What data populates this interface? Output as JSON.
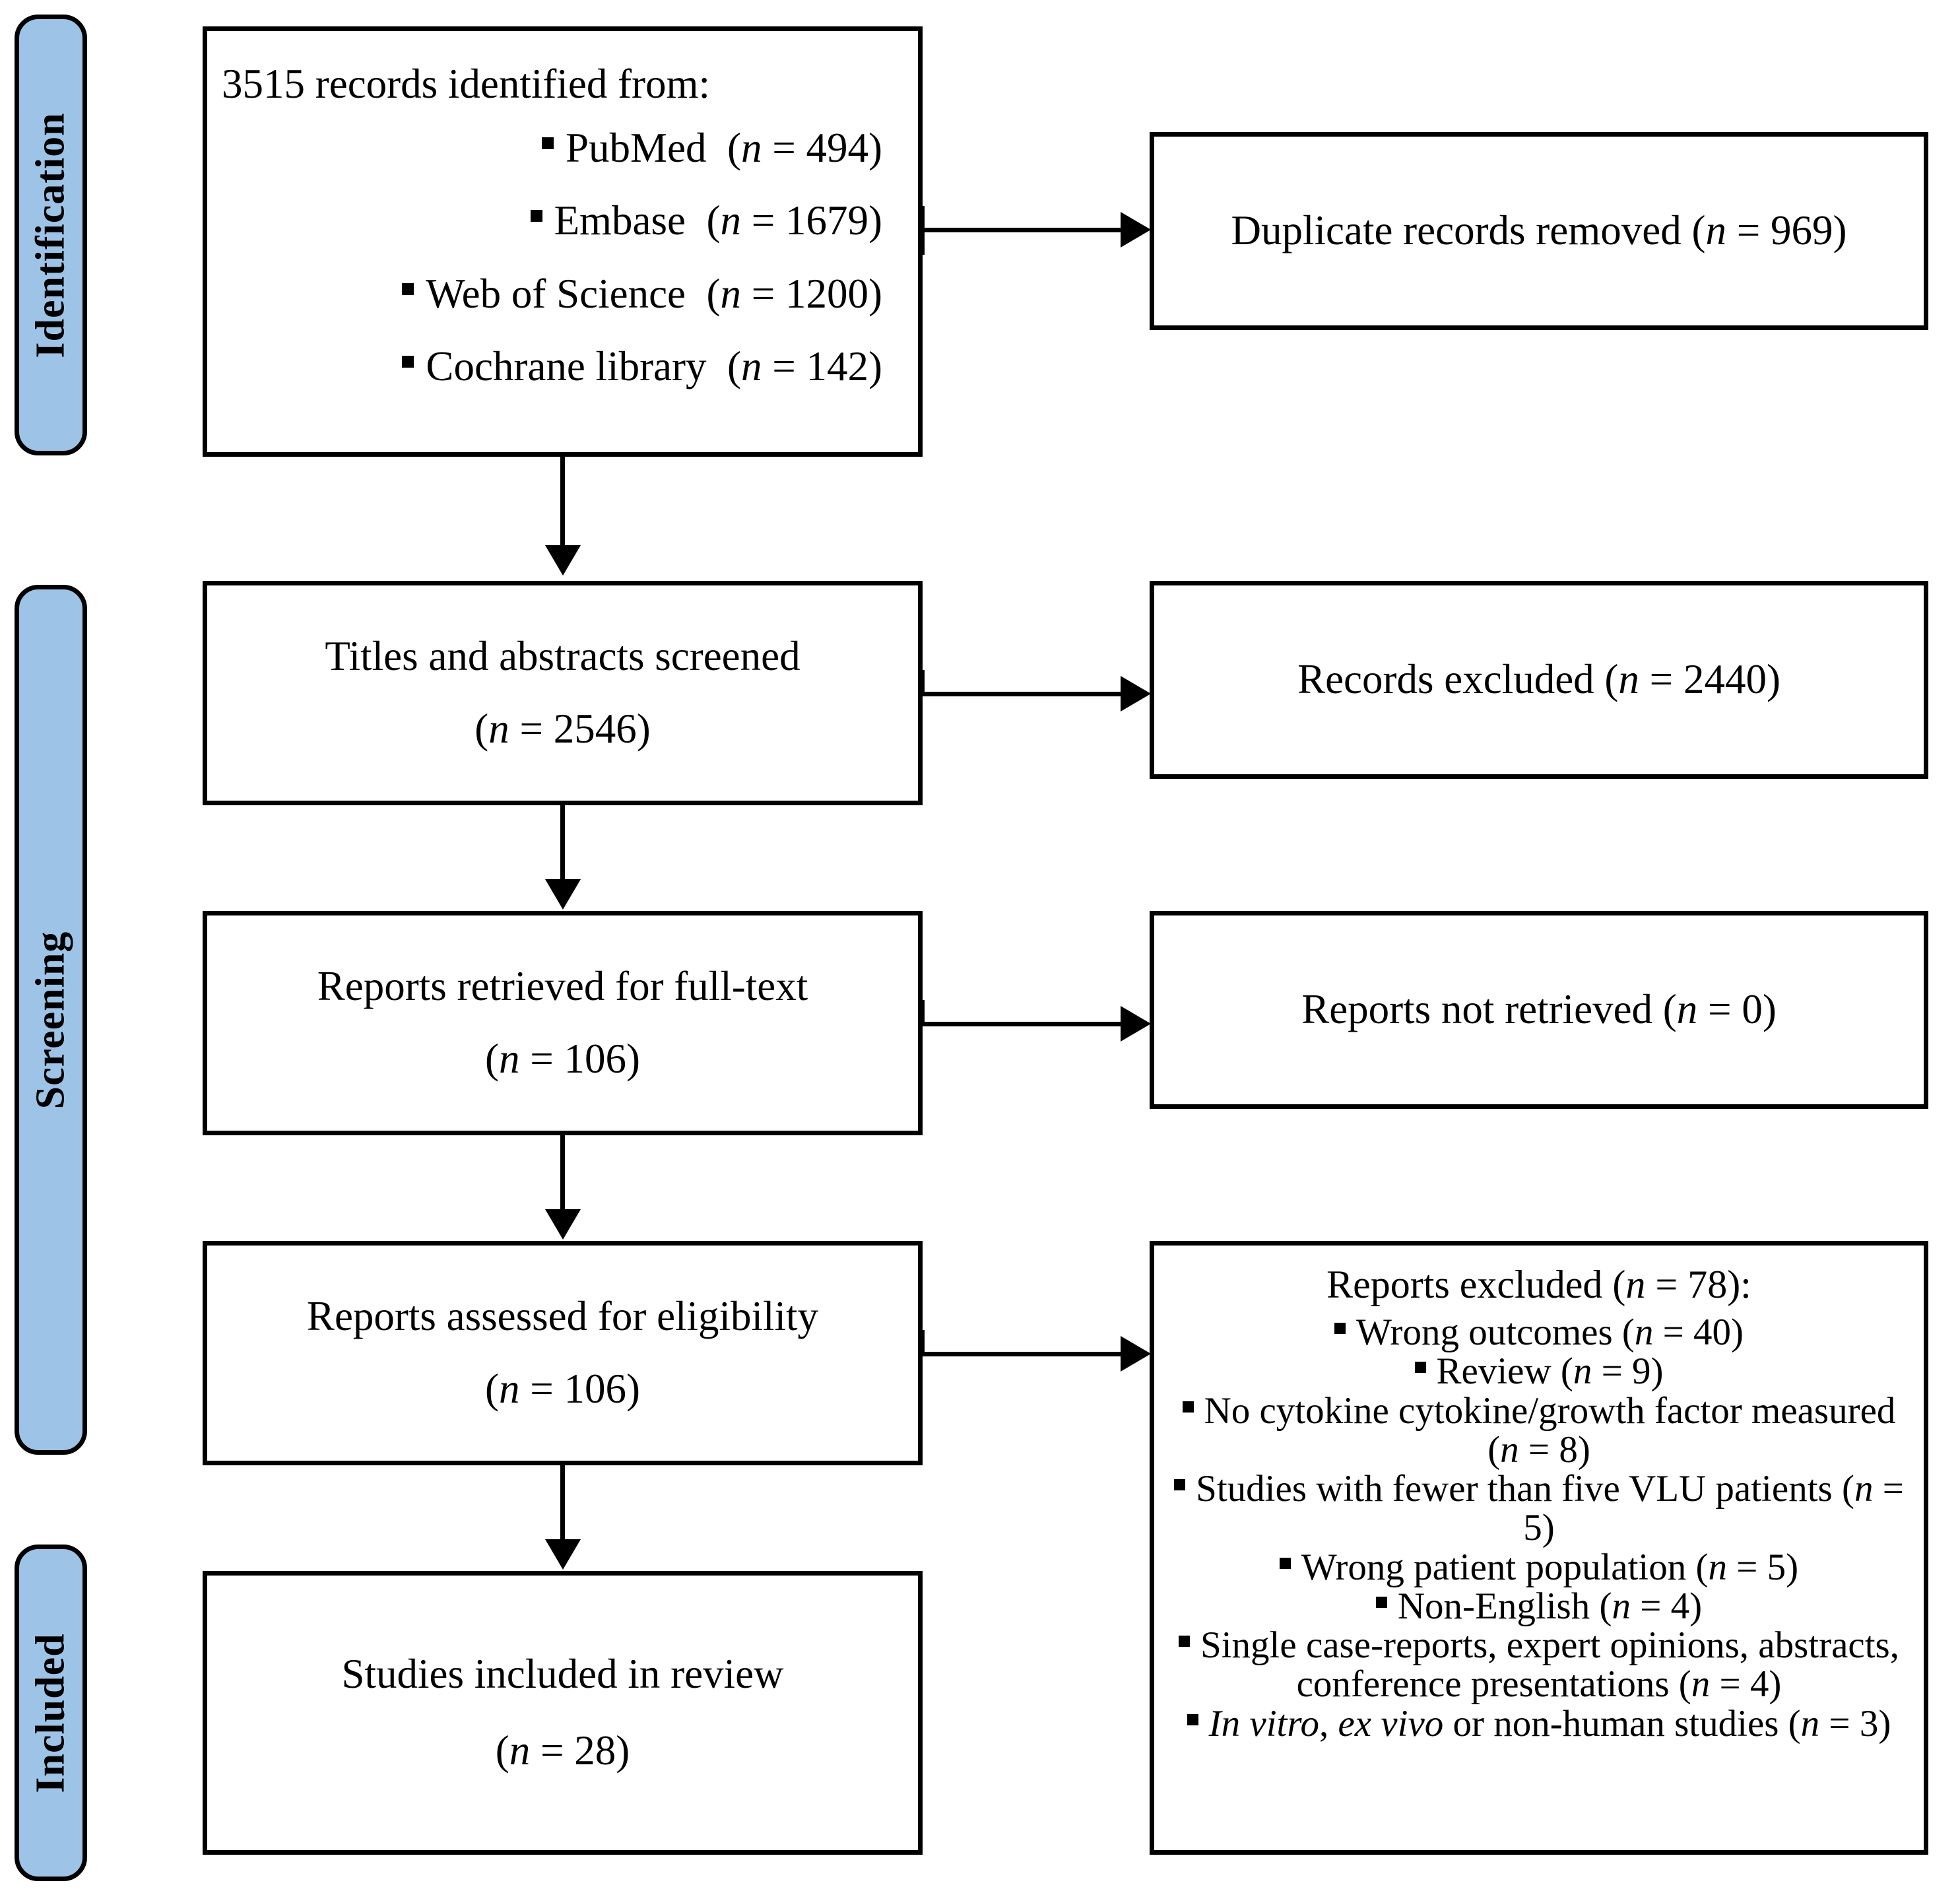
{
  "diagram": {
    "type": "prisma-flow-diagram",
    "title": "PRISMA flow diagram",
    "accent_color": "#9DC3E6",
    "line_color": "#000000",
    "background_color": "#FFFFFF"
  },
  "stages": [
    {
      "id": "identification",
      "label": "Identification"
    },
    {
      "id": "screening",
      "label": "Screening"
    },
    {
      "id": "included",
      "label": "Included"
    }
  ],
  "boxes": {
    "records_identified": {
      "title": "3515 records identified from:",
      "sources": [
        {
          "name": "PubMed",
          "n_label": "(n = 494)",
          "n": 494
        },
        {
          "name": "Embase",
          "n_label": "(n = 1679)",
          "n": 1679
        },
        {
          "name": "Web of Science",
          "n_label": "(n = 1200)",
          "n": 1200
        },
        {
          "name": "Cochrane library",
          "n_label": "(n = 142)",
          "n": 142
        }
      ]
    },
    "duplicates_removed": {
      "text": "Duplicate records removed (n = 969)",
      "label": "Duplicate records removed",
      "n_label": "(n = 969)",
      "n": 969
    },
    "titles_screened": {
      "line1": "Titles and abstracts screened",
      "line2": "(n = 2546)",
      "n": 2546
    },
    "records_excluded": {
      "text": "Records excluded (n = 2440)",
      "label": "Records excluded",
      "n_label": "(n = 2440)",
      "n": 2440
    },
    "reports_retrieved": {
      "line1": "Reports retrieved for full-text",
      "line2": "(n = 106)",
      "n": 106
    },
    "reports_not_retrieved": {
      "text": "Reports not retrieved (n = 0)",
      "label": "Reports not retrieved",
      "n_label": "(n = 0)",
      "n": 0
    },
    "reports_assessed": {
      "line1": "Reports assessed for eligibility",
      "line2": "(n = 106)",
      "n": 106
    },
    "reports_excluded": {
      "heading": "Reports excluded (n = 78):",
      "n": 78,
      "reasons": [
        {
          "text": "Wrong outcomes (n = 40)",
          "n": 40
        },
        {
          "text": "Review (n = 9)",
          "n": 9
        },
        {
          "text": "No cytokine cytokine/growth factor measured (n = 8)",
          "n": 8
        },
        {
          "text": "Studies with fewer than five VLU patients (n = 5)",
          "n": 5
        },
        {
          "text": "Wrong patient population (n = 5)",
          "n": 5
        },
        {
          "text": "Non-English (n = 4)",
          "n": 4
        },
        {
          "text": "Single case-reports, expert opinions, abstracts, conference presentations (n = 4)",
          "n": 4
        },
        {
          "text": "In vitro, ex vivo or non-human studies (n = 3)",
          "n": 3,
          "italic_prefix": "In vitro, ex vivo"
        }
      ]
    },
    "studies_included": {
      "line1": "Studies included in review",
      "line2": "(n = 28)",
      "n": 28
    }
  }
}
